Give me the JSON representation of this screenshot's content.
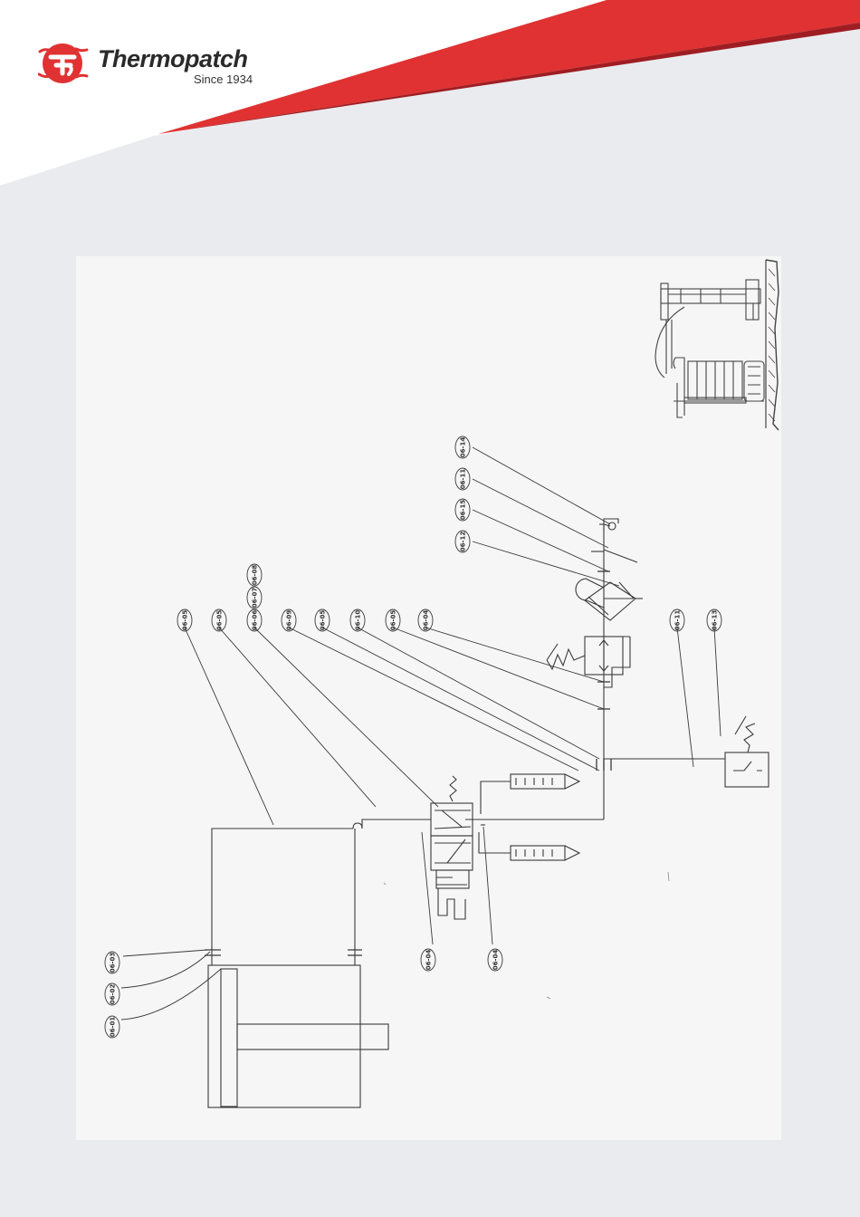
{
  "brand": {
    "name": "Thermopatch",
    "tagline": "Since 1934",
    "colors": {
      "red": "#e03232",
      "dark_red": "#9f1d22",
      "text": "#2a2a2a",
      "background": "#e9ebef"
    }
  },
  "diagram": {
    "tags": [
      {
        "id": "t0101",
        "text": "06-01"
      },
      {
        "id": "t0102",
        "text": "06-02"
      },
      {
        "id": "t0103",
        "text": "06-03"
      },
      {
        "id": "tb04",
        "text": "06-04"
      },
      {
        "id": "tc04",
        "text": "06-04"
      },
      {
        "id": "t0305",
        "text": "06-05"
      },
      {
        "id": "t05b",
        "text": "06-05"
      },
      {
        "id": "t06",
        "text": "06-06"
      },
      {
        "id": "t07",
        "text": "06-07"
      },
      {
        "id": "t08",
        "text": "06-08"
      },
      {
        "id": "t09",
        "text": "06-09"
      },
      {
        "id": "t05c",
        "text": "06-05"
      },
      {
        "id": "t10",
        "text": "06-10"
      },
      {
        "id": "t05d",
        "text": "06-05"
      },
      {
        "id": "t04d",
        "text": "06-04"
      },
      {
        "id": "t11a",
        "text": "06-11"
      },
      {
        "id": "t13",
        "text": "06-13"
      },
      {
        "id": "t12",
        "text": "06-12"
      },
      {
        "id": "t15",
        "text": "06-15"
      },
      {
        "id": "t11b",
        "text": "06-11"
      },
      {
        "id": "t14",
        "text": "06-14"
      }
    ]
  }
}
